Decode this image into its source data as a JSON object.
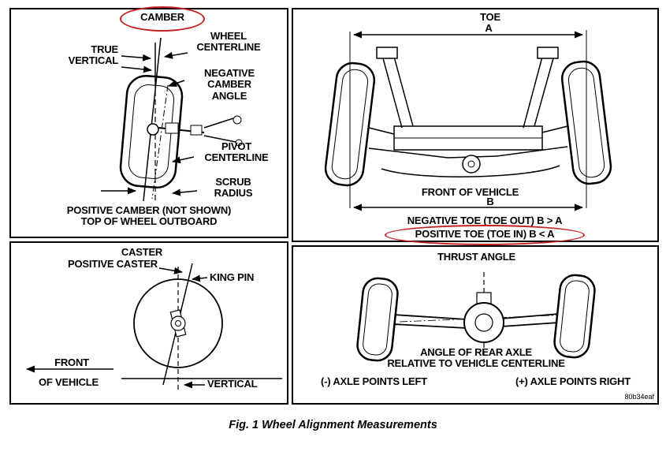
{
  "figure": {
    "caption": "Fig. 1 Wheel Alignment Measurements",
    "code": "80b34eaf"
  },
  "colors": {
    "highlight": "#c22222",
    "ink": "#000000"
  },
  "camber": {
    "title": "CAMBER",
    "wheel_centerline": "WHEEL\nCENTERLINE",
    "true_vertical": "TRUE\nVERTICAL",
    "negative_camber_angle": "NEGATIVE\nCAMBER\nANGLE",
    "pivot_centerline": "PIVOT\nCENTERLINE",
    "scrub_radius": "SCRUB\nRADIUS",
    "note": "POSITIVE CAMBER (NOT SHOWN)\nTOP OF WHEEL OUTBOARD"
  },
  "toe": {
    "title": "TOE",
    "dim_front": "A",
    "dim_rear": "B",
    "front_label": "FRONT OF VEHICLE",
    "negative_note": "NEGATIVE TOE (TOE OUT) B > A",
    "positive_note": "POSITIVE TOE (TOE IN) B < A"
  },
  "caster": {
    "title": "CASTER",
    "positive_caster": "POSITIVE CASTER",
    "king_pin": "KING PIN",
    "front": "FRONT",
    "of_vehicle": "OF VEHICLE",
    "vertical": "VERTICAL"
  },
  "thrust": {
    "title": "THRUST ANGLE",
    "note": "ANGLE OF REAR AXLE\nRELATIVE TO VEHICLE CENTERLINE",
    "left_note": "(-) AXLE POINTS LEFT",
    "right_note": "(+) AXLE POINTS RIGHT"
  }
}
